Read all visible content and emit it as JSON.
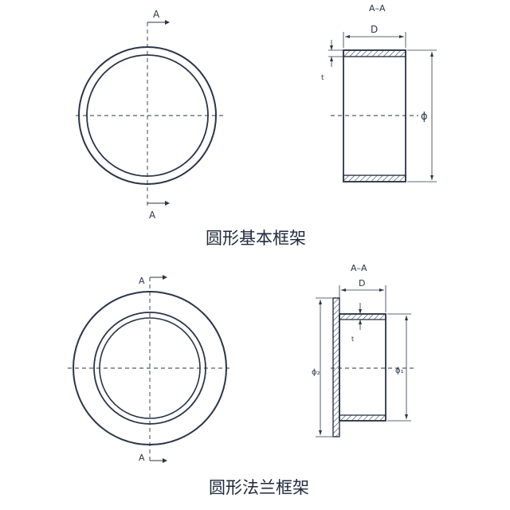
{
  "colors": {
    "ink": "#2a3548",
    "hatch": "#3b4558",
    "background": "#ffffff"
  },
  "top": {
    "caption": "圆形基本框架",
    "section_label_front": "A",
    "section_label_title": "A–A",
    "dim_width": "D",
    "dim_thickness": "t",
    "dim_diameter": "ϕ"
  },
  "bottom": {
    "caption": "圆形法兰框架",
    "section_label_front": "A",
    "section_label_title": "A–A",
    "dim_width": "D",
    "dim_thickness": "t",
    "dim_diameter_outer": "ϕ₂",
    "dim_diameter_inner": "ϕ₁"
  }
}
